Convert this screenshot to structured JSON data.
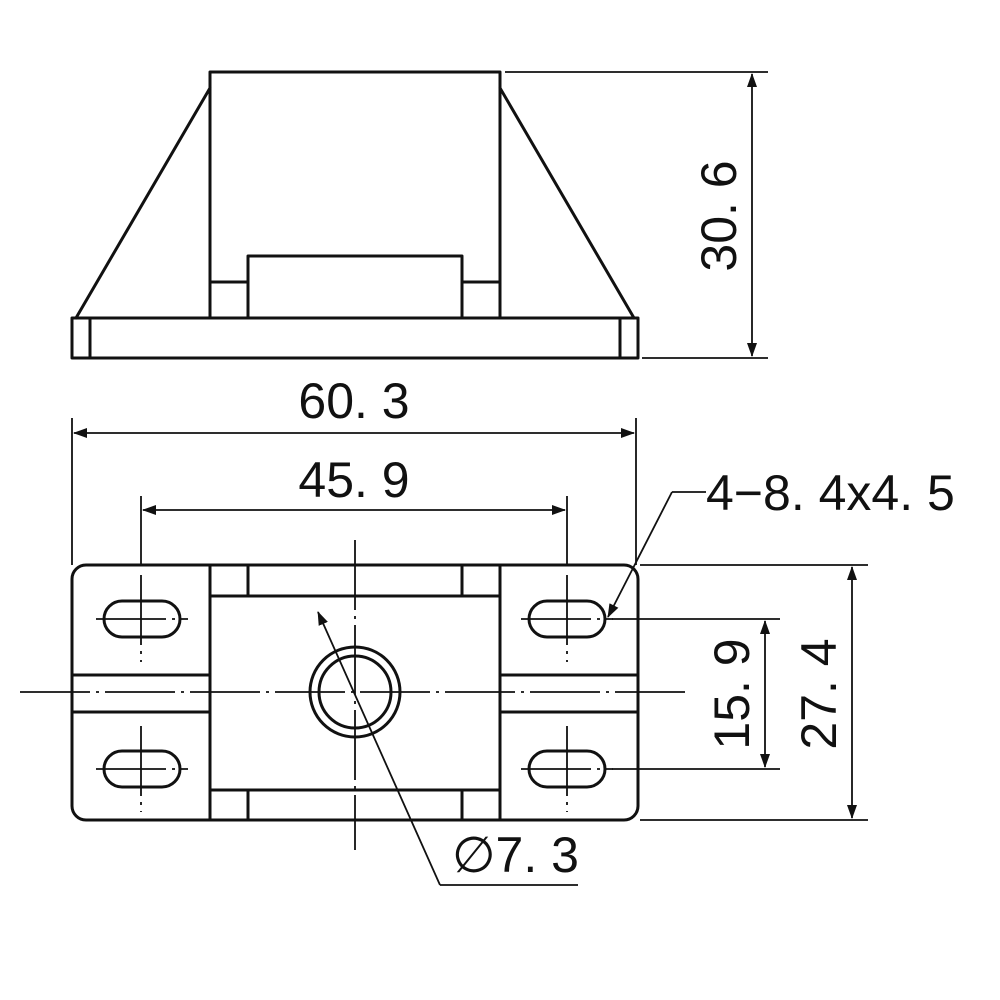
{
  "dimensions": {
    "height": "30. 6",
    "overall_width": "60. 3",
    "hole_spacing": "45. 9",
    "slot_callout": "4−8. 4x4. 5",
    "slot_vertical_spacing": "15. 9",
    "base_depth": "27. 4",
    "hole_diameter": "∅7. 3"
  }
}
